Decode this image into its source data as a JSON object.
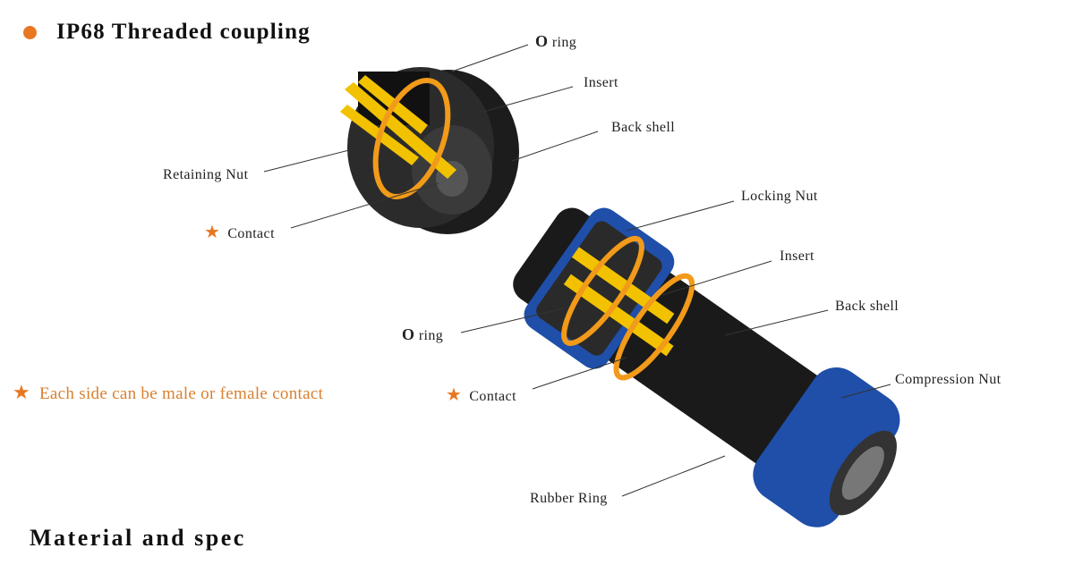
{
  "title": "IP68 Threaded coupling",
  "note": "Each side can be male or female contact",
  "section_heading": "Material and spec",
  "colors": {
    "accent": "#e87722",
    "note_text": "#d9802f",
    "nut_blue": "#1f4fa8",
    "contact_gold": "#f2b705"
  },
  "receptacle_labels": {
    "o_ring": "ring",
    "o_ring_letter": "O",
    "insert": "Insert",
    "back_shell": "Back shell",
    "retaining_nut": "Retaining Nut",
    "contact": "Contact"
  },
  "plug_labels": {
    "locking_nut": "Locking Nut",
    "insert": "Insert",
    "back_shell": "Back shell",
    "o_ring": "ring",
    "o_ring_letter": "O",
    "contact": "Contact",
    "compression_nut": "Compression Nut",
    "rubber_ring": "Rubber Ring"
  }
}
